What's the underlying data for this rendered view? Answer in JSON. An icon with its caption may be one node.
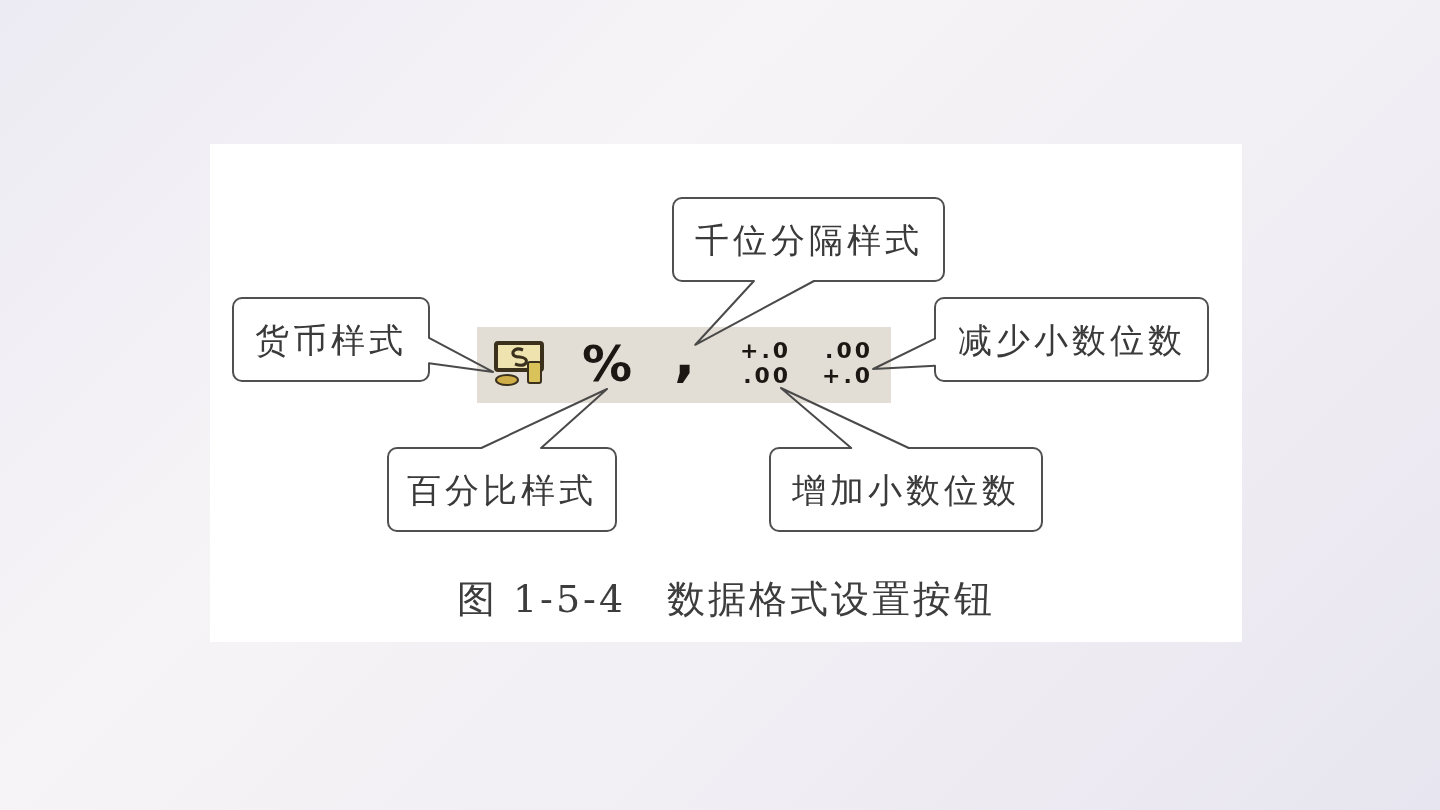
{
  "diagram": {
    "caption": "图 1-5-4　数据格式设置按钮",
    "nodes": [
      {
        "text": [
          "千位分隔样式"
        ]
      },
      {
        "text": [
          "货币样式"
        ]
      },
      {
        "text": [],
        "shape": "bar"
      },
      {
        "text": [],
        "shape": "picture",
        "in": 2
      },
      {
        "text": [
          "%"
        ],
        "in": 2
      },
      {
        "text": [
          ","
        ],
        "in": 2
      },
      {
        "text": [
          "+.0 .00"
        ],
        "in": 2
      },
      {
        "text": [
          ".00 +.0"
        ],
        "in": 2
      },
      {
        "text": [
          "减少小数位数"
        ]
      },
      {
        "text": [
          "百分比样式"
        ]
      },
      {
        "text": [
          "增加小数位数"
        ]
      }
    ],
    "edges": [
      {
        "from": 1,
        "to": 3,
        "arrow": "none"
      },
      {
        "from": 0,
        "to": 5,
        "arrow": "none"
      },
      {
        "from": 8,
        "to": 7,
        "arrow": "none"
      },
      {
        "from": 9,
        "to": 4,
        "arrow": "none"
      },
      {
        "from": 10,
        "to": 6,
        "arrow": "none"
      }
    ]
  }
}
